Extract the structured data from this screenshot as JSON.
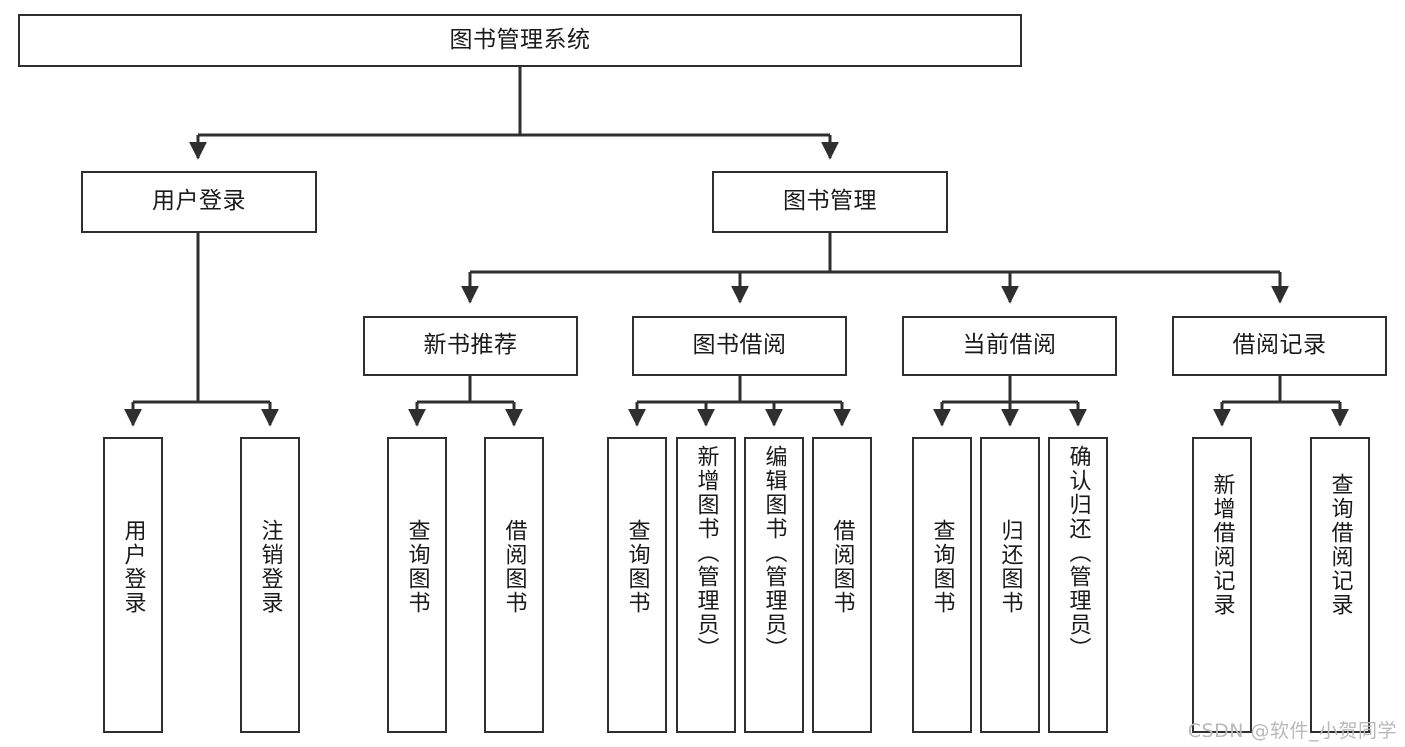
{
  "diagram": {
    "title": "图书管理系统",
    "watermark": "CSDN @软件_小贺同学",
    "colors": {
      "box_border": "#2f2f2f",
      "connector": "#2f2f2f",
      "background": "#ffffff",
      "text": "#1a1a1a",
      "watermark": "#b9b9b9"
    },
    "levels": {
      "root": "图书管理系统",
      "level2": [
        "用户登录",
        "图书管理"
      ],
      "level3": [
        "新书推荐",
        "图书借阅",
        "当前借阅",
        "借阅记录"
      ]
    },
    "nodes": {
      "root": {
        "label": "图书管理系统"
      },
      "user_login": {
        "label": "用户登录"
      },
      "book_manage": {
        "label": "图书管理"
      },
      "new_book_rec": {
        "label": "新书推荐"
      },
      "book_borrow": {
        "label": "图书借阅"
      },
      "current_borrow": {
        "label": "当前借阅"
      },
      "borrow_record": {
        "label": "借阅记录"
      },
      "leaf_user_login": {
        "label": "用户登录"
      },
      "leaf_logout": {
        "label": "注销登录"
      },
      "leaf_query_book_1": {
        "label": "查询图书"
      },
      "leaf_borrow_book_1": {
        "label": "借阅图书"
      },
      "leaf_query_book_2": {
        "label": "查询图书"
      },
      "leaf_add_book": {
        "label": "新增图书（管理员）"
      },
      "leaf_edit_book": {
        "label": "编辑图书（管理员）"
      },
      "leaf_borrow_book_2": {
        "label": "借阅图书"
      },
      "leaf_query_book_3": {
        "label": "查询图书"
      },
      "leaf_return_book": {
        "label": "归还图书"
      },
      "leaf_confirm_return": {
        "label": "确认归还（管理员）"
      },
      "leaf_add_record": {
        "label": "新增借阅记录"
      },
      "leaf_query_record": {
        "label": "查询借阅记录"
      }
    }
  }
}
